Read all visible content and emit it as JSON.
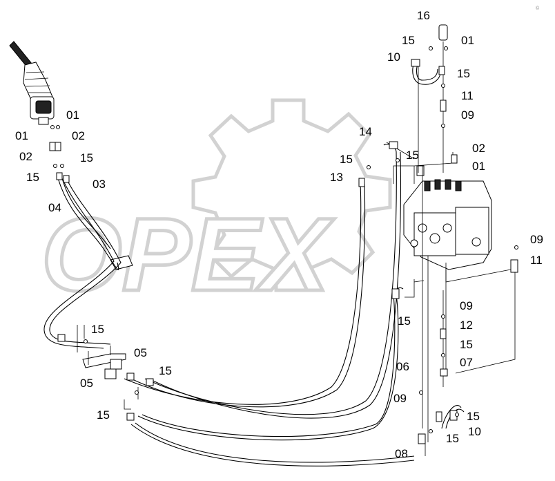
{
  "watermark": {
    "text": "OPEX"
  },
  "corner_mark": "©",
  "labels": [
    {
      "id": "l16a",
      "text": "16"
    },
    {
      "id": "l15a",
      "text": "15"
    },
    {
      "id": "l01a",
      "text": "01"
    },
    {
      "id": "l10a",
      "text": "10"
    },
    {
      "id": "l15b",
      "text": "15"
    },
    {
      "id": "l11a",
      "text": "11"
    },
    {
      "id": "l09a",
      "text": "09"
    },
    {
      "id": "l14",
      "text": "14"
    },
    {
      "id": "l15c",
      "text": "15"
    },
    {
      "id": "l15d",
      "text": "15"
    },
    {
      "id": "l02a",
      "text": "02"
    },
    {
      "id": "l01b",
      "text": "01"
    },
    {
      "id": "l13",
      "text": "13"
    },
    {
      "id": "l01c",
      "text": "01"
    },
    {
      "id": "l01d",
      "text": "01"
    },
    {
      "id": "l02b",
      "text": "02"
    },
    {
      "id": "l02c",
      "text": "02"
    },
    {
      "id": "l15e",
      "text": "15"
    },
    {
      "id": "l15f",
      "text": "15"
    },
    {
      "id": "l03",
      "text": "03"
    },
    {
      "id": "l04",
      "text": "04"
    },
    {
      "id": "l09b",
      "text": "09"
    },
    {
      "id": "l11b",
      "text": "11"
    },
    {
      "id": "l09c",
      "text": "09"
    },
    {
      "id": "l15g",
      "text": "15"
    },
    {
      "id": "l12",
      "text": "12"
    },
    {
      "id": "l15h",
      "text": "15"
    },
    {
      "id": "l07",
      "text": "07"
    },
    {
      "id": "l06",
      "text": "06"
    },
    {
      "id": "l15i",
      "text": "15"
    },
    {
      "id": "l05a",
      "text": "05"
    },
    {
      "id": "l05b",
      "text": "05"
    },
    {
      "id": "l15j",
      "text": "15"
    },
    {
      "id": "l09d",
      "text": "09"
    },
    {
      "id": "l15k",
      "text": "15"
    },
    {
      "id": "l15l",
      "text": "15"
    },
    {
      "id": "l10b",
      "text": "10"
    },
    {
      "id": "l15m",
      "text": "15"
    },
    {
      "id": "l08",
      "text": "08"
    }
  ]
}
